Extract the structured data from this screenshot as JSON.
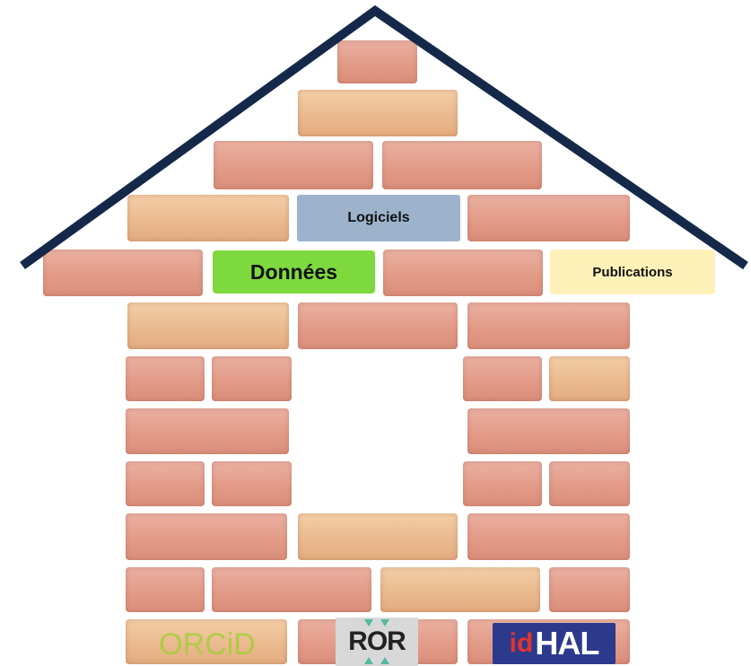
{
  "labels": {
    "logiciels": "Logiciels",
    "donnees": "Données",
    "publications": "Publications"
  },
  "logos": {
    "orcid": "ORCiD",
    "ror": "ROR",
    "idhal_prefix": "id",
    "idhal_main": "HAL"
  },
  "colors": {
    "roof": "#14294a",
    "logiciels_bg": "#9db3cc",
    "donnees_bg": "#7ed93e",
    "publications_bg": "#fdf1b8",
    "orcid_green": "#a6ce39",
    "idhal_blue": "#2b3a8c"
  }
}
